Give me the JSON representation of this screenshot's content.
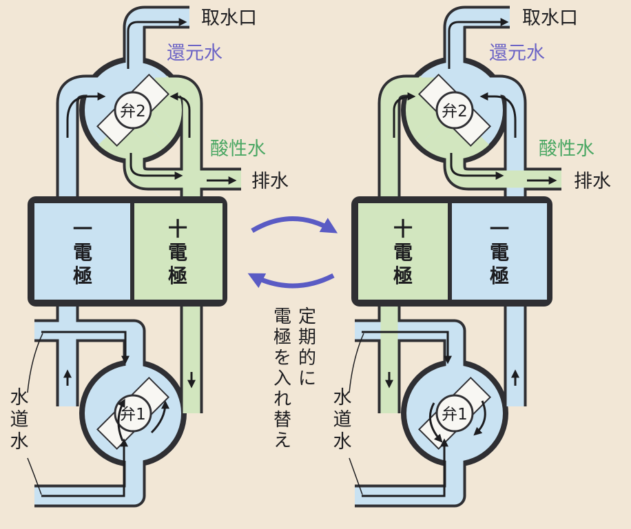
{
  "labels": {
    "intake": "取水口",
    "reduced_water": "還元水",
    "acidic_water": "酸性水",
    "drain": "排水",
    "tap_water": [
      "水",
      "道",
      "水"
    ],
    "negative_electrode": [
      "一",
      "電",
      "極"
    ],
    "positive_electrode": [
      "十",
      "電",
      "極"
    ],
    "valve1": "弁1",
    "valve2": "弁2",
    "swap_note_col1": [
      "定",
      "期",
      "的",
      "に"
    ],
    "swap_note_col2": [
      "電",
      "極",
      "を",
      "入",
      "れ",
      "替",
      "え"
    ]
  },
  "colors": {
    "background": "#f2e7d6",
    "reduced_water": "#6b63c5",
    "acidic_water": "#4aa763",
    "pipe_blue": "#c9e2f2",
    "pipe_green": "#d2e6bf",
    "outline": "#2f2f33",
    "valve_white": "#f8f7f3",
    "swap_arrow": "#5a5bc4"
  }
}
